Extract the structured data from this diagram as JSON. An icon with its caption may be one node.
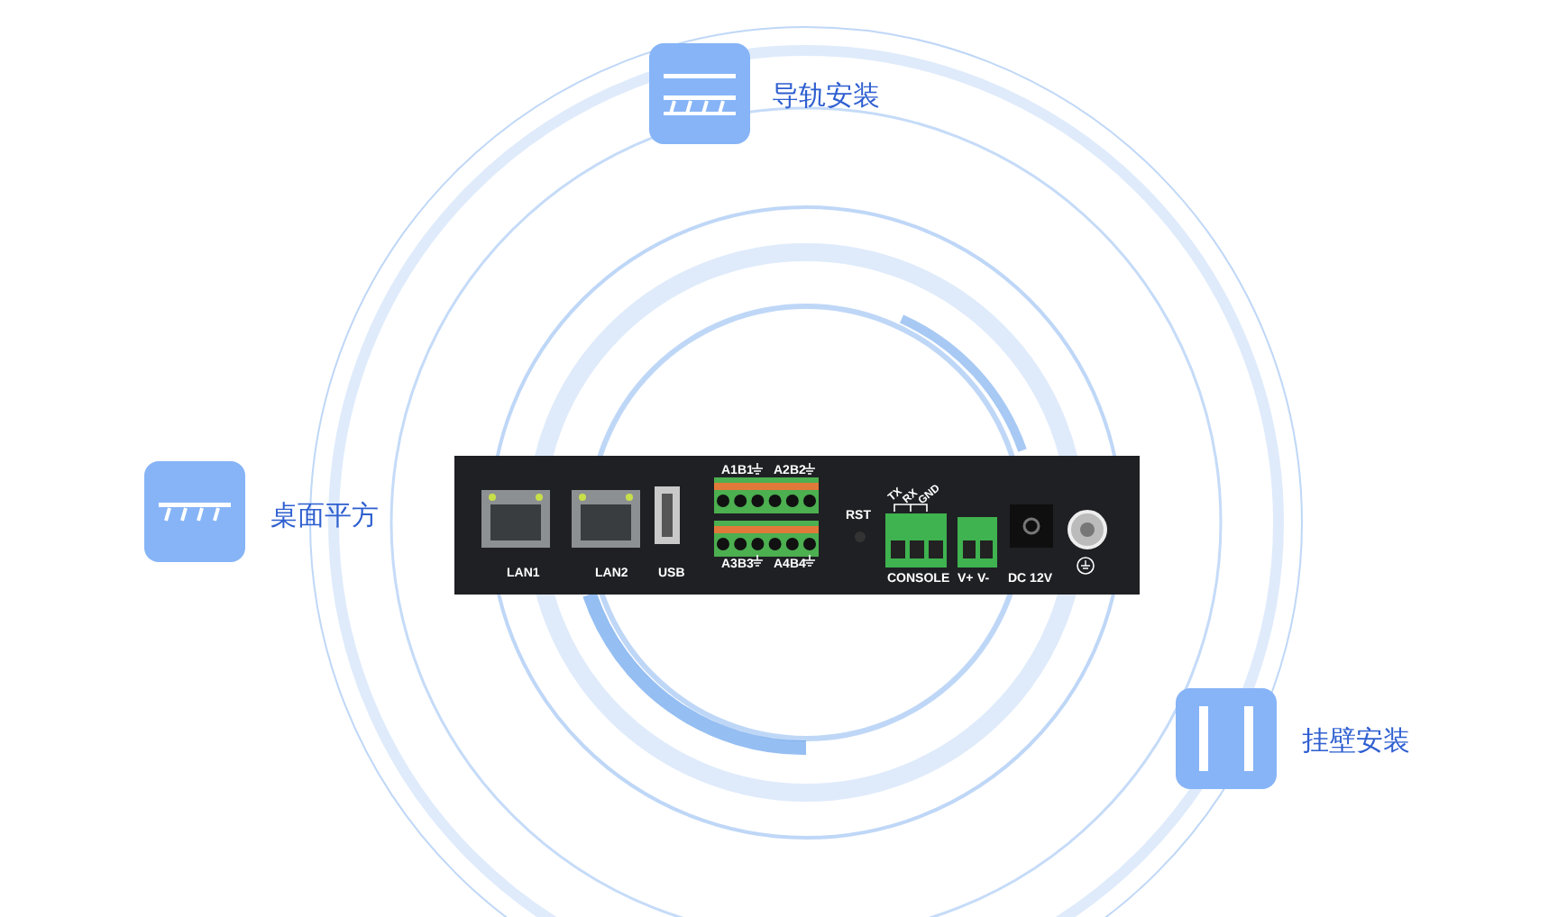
{
  "diagram": {
    "labels": [
      "导轨安装",
      "桌面平方",
      "A1",
      "B1",
      "A2",
      "B2",
      "TX",
      "RX",
      "GND",
      "RST",
      "LAN1",
      "LAN2",
      "USB",
      "A3",
      "B3",
      "A4",
      "B4",
      "CONSOLE",
      "V+",
      "V-",
      "DC 12V",
      "挂壁安装"
    ]
  }
}
